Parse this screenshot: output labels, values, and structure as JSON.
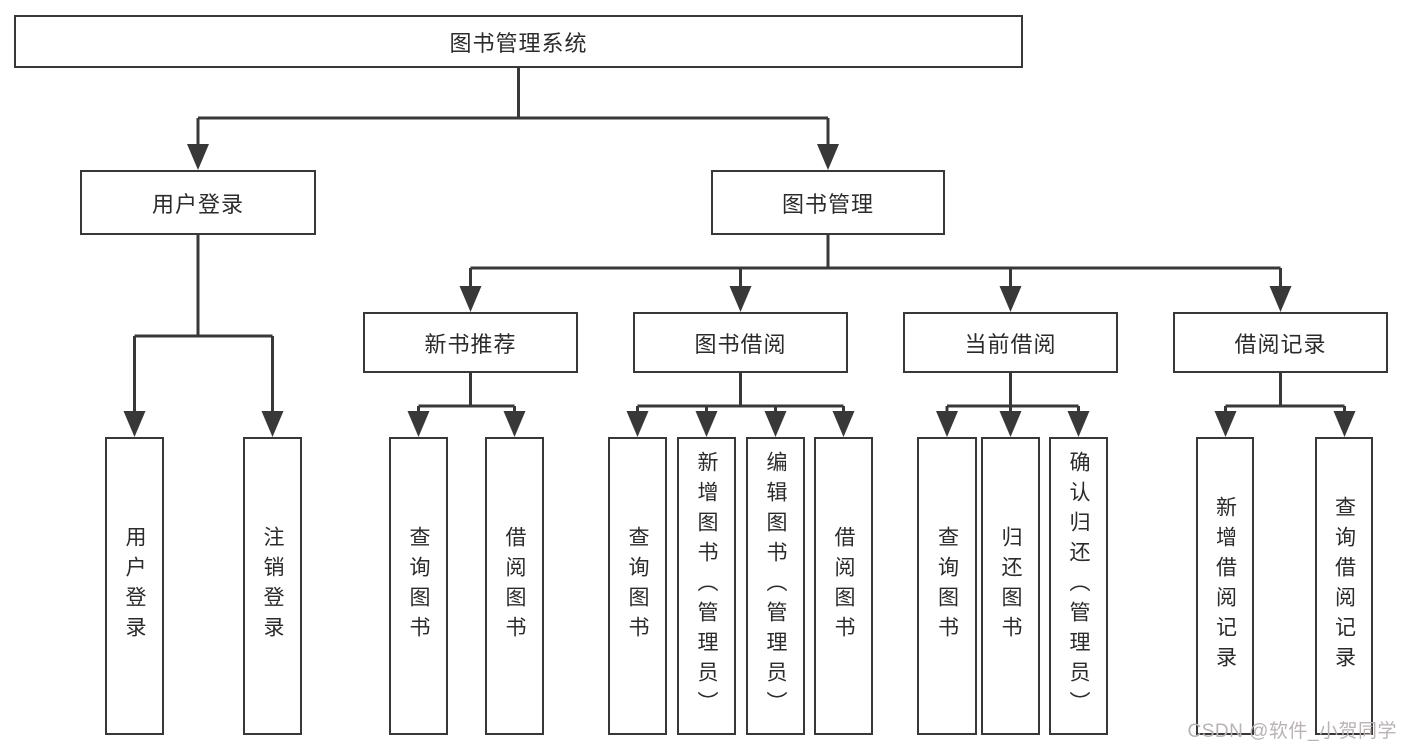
{
  "diagram": {
    "root": {
      "label": "图书管理系统"
    },
    "branches": [
      {
        "label": "用户登录",
        "children": [
          {
            "label": "用户登录"
          },
          {
            "label": "注销登录"
          }
        ]
      },
      {
        "label": "图书管理",
        "children": [
          {
            "label": "新书推荐",
            "children": [
              {
                "label": "查询图书"
              },
              {
                "label": "借阅图书"
              }
            ]
          },
          {
            "label": "图书借阅",
            "children": [
              {
                "label": "查询图书"
              },
              {
                "label": "新增图书（管理员）"
              },
              {
                "label": "编辑图书（管理员）"
              },
              {
                "label": "借阅图书"
              }
            ]
          },
          {
            "label": "当前借阅",
            "children": [
              {
                "label": "查询图书"
              },
              {
                "label": "归还图书"
              },
              {
                "label": "确认归还（管理员）"
              }
            ]
          },
          {
            "label": "借阅记录",
            "children": [
              {
                "label": "新增借阅记录"
              },
              {
                "label": "查询借阅记录"
              }
            ]
          }
        ]
      }
    ]
  },
  "watermark": {
    "text": "CSDN @软件_小贺同学"
  },
  "colors": {
    "line": "#383838",
    "box_border": "#383838",
    "box_fill": "#ffffff",
    "text": "#2b2b2b",
    "watermark": "#b9b3b3",
    "background": "#ffffff"
  }
}
